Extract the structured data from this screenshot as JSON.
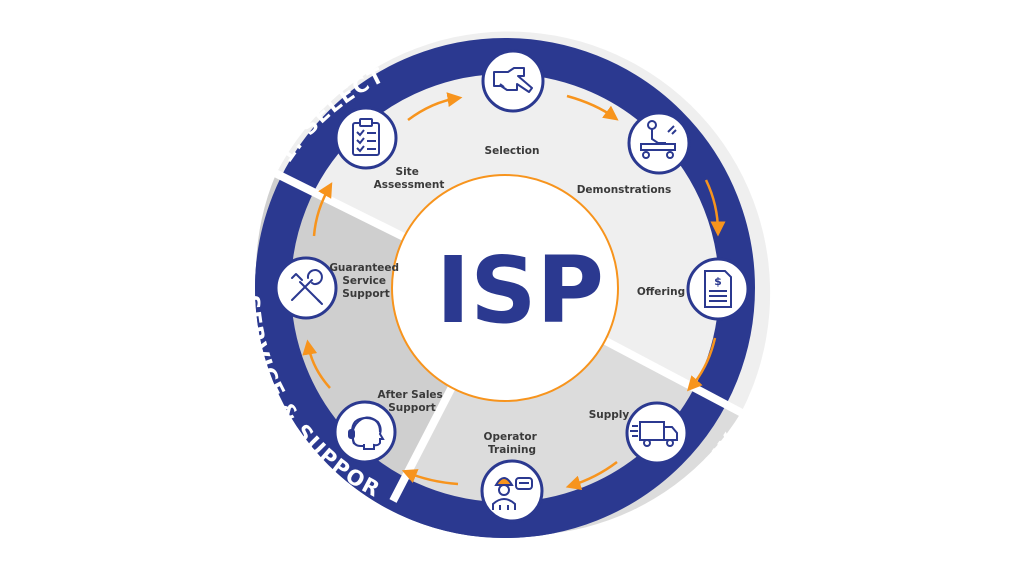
{
  "center": {
    "label": "ISP"
  },
  "sectors": [
    {
      "id": "select",
      "title": "1. SELECT"
    },
    {
      "id": "supply",
      "title": "2. SUPPLY"
    },
    {
      "id": "service",
      "title": "3.SERVICE & SUPPORT"
    }
  ],
  "steps": [
    {
      "id": "site-assessment",
      "label": [
        "Site",
        "Assessment"
      ],
      "icon": "clipboard-checklist-icon"
    },
    {
      "id": "selection",
      "label": [
        "Selection"
      ],
      "icon": "pointing-hand-icon"
    },
    {
      "id": "demonstrations",
      "label": [
        "Demonstrations"
      ],
      "icon": "forklift-operator-icon"
    },
    {
      "id": "offering",
      "label": [
        "Offering"
      ],
      "icon": "invoice-document-icon"
    },
    {
      "id": "supply",
      "label": [
        "Supply"
      ],
      "icon": "delivery-truck-icon"
    },
    {
      "id": "operator-training",
      "label": [
        "Operator",
        "Training"
      ],
      "icon": "worker-helmet-icon"
    },
    {
      "id": "after-sales-support",
      "label": [
        "After Sales",
        "Support"
      ],
      "icon": "headset-support-icon"
    },
    {
      "id": "guaranteed-service-support",
      "label": [
        "Guaranteed",
        "Service",
        "Support"
      ],
      "icon": "wrench-screwdriver-icon"
    }
  ],
  "colors": {
    "ring": "#2b3990",
    "accent": "#f7941d",
    "select_fill": "#efefef",
    "supply_fill": "#dcdcdc",
    "service_fill": "#cfcfcf",
    "icon_stroke": "#2b3990"
  }
}
